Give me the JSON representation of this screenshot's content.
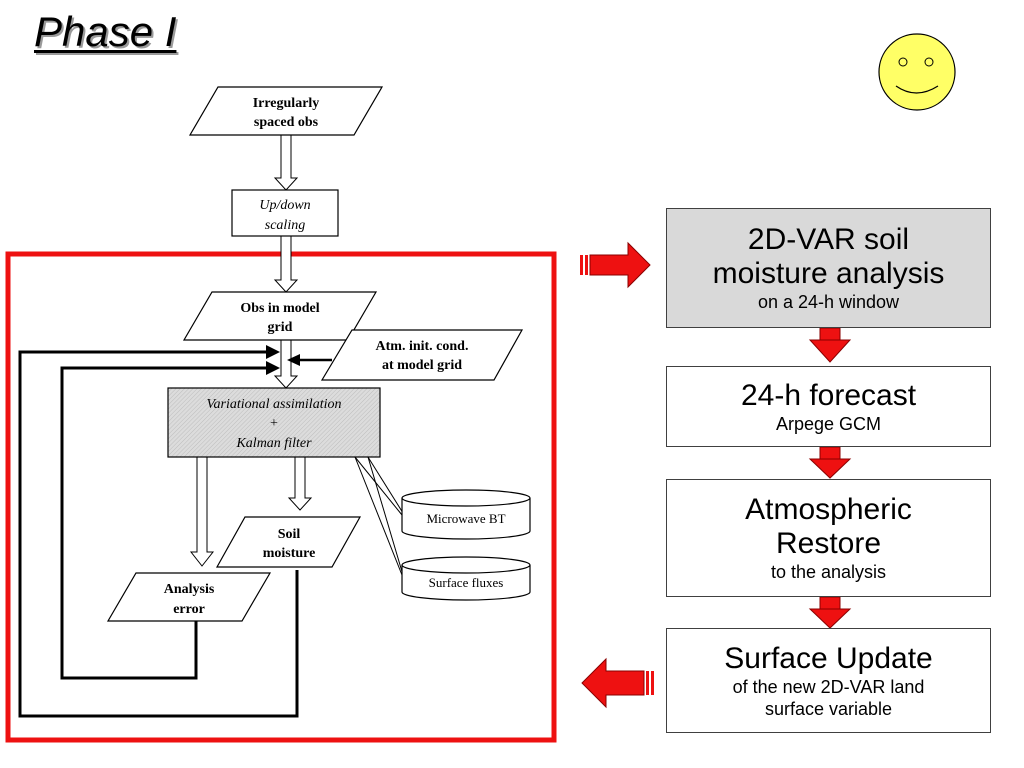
{
  "title": "Phase I",
  "flowchart": {
    "irregular_obs": [
      "Irregularly",
      "spaced obs"
    ],
    "scaling": [
      "Up/down",
      "scaling"
    ],
    "obs_model_grid": [
      "Obs in model",
      "grid"
    ],
    "atm_init": [
      "Atm. init. cond.",
      "at model grid"
    ],
    "assimilation": [
      "Variational assimilation",
      "+",
      "Kalman filter"
    ],
    "soil_moisture": [
      "Soil",
      "moisture"
    ],
    "analysis_error": [
      "Analysis",
      "error"
    ],
    "microwave_bt": "Microwave BT",
    "surface_fluxes": "Surface fluxes"
  },
  "steps": [
    {
      "heading": [
        "2D-VAR soil",
        "moisture analysis"
      ],
      "sub": [
        "on a 24-h window"
      ]
    },
    {
      "heading": [
        "24-h forecast"
      ],
      "sub": [
        "Arpege GCM"
      ]
    },
    {
      "heading": [
        "Atmospheric",
        "Restore"
      ],
      "sub": [
        "to the analysis"
      ]
    },
    {
      "heading": [
        "Surface Update"
      ],
      "sub": [
        "of the new 2D-VAR land",
        "surface variable"
      ]
    }
  ],
  "colors": {
    "highlight_frame": "#ee1111",
    "arrow_red": "#ee1111",
    "smiley_fill": "#ffff66",
    "assim_box_fill": "#d9d9d9",
    "first_step_fill": "#d9d9d9"
  },
  "icons": [
    "smiley-face-icon",
    "red-arrow-right-icon",
    "red-arrow-down-icon",
    "red-arrow-left-icon"
  ]
}
